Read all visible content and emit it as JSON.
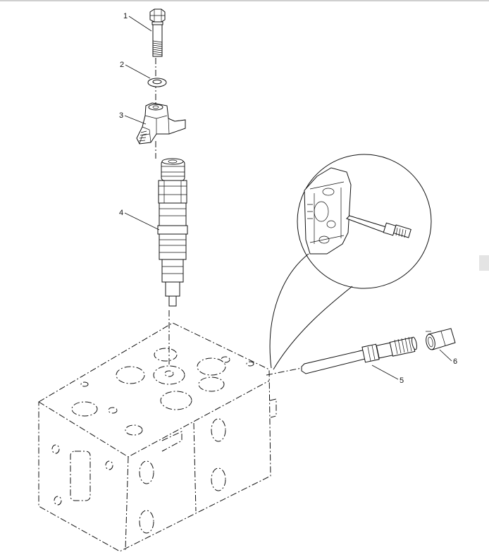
{
  "callouts": {
    "c1": "1",
    "c2": "2",
    "c3": "3",
    "c4": "4",
    "c5": "5",
    "c6": "6"
  },
  "colors": {
    "line": "#111111",
    "background": "#ffffff",
    "side_tab": "#e4e4e4"
  }
}
